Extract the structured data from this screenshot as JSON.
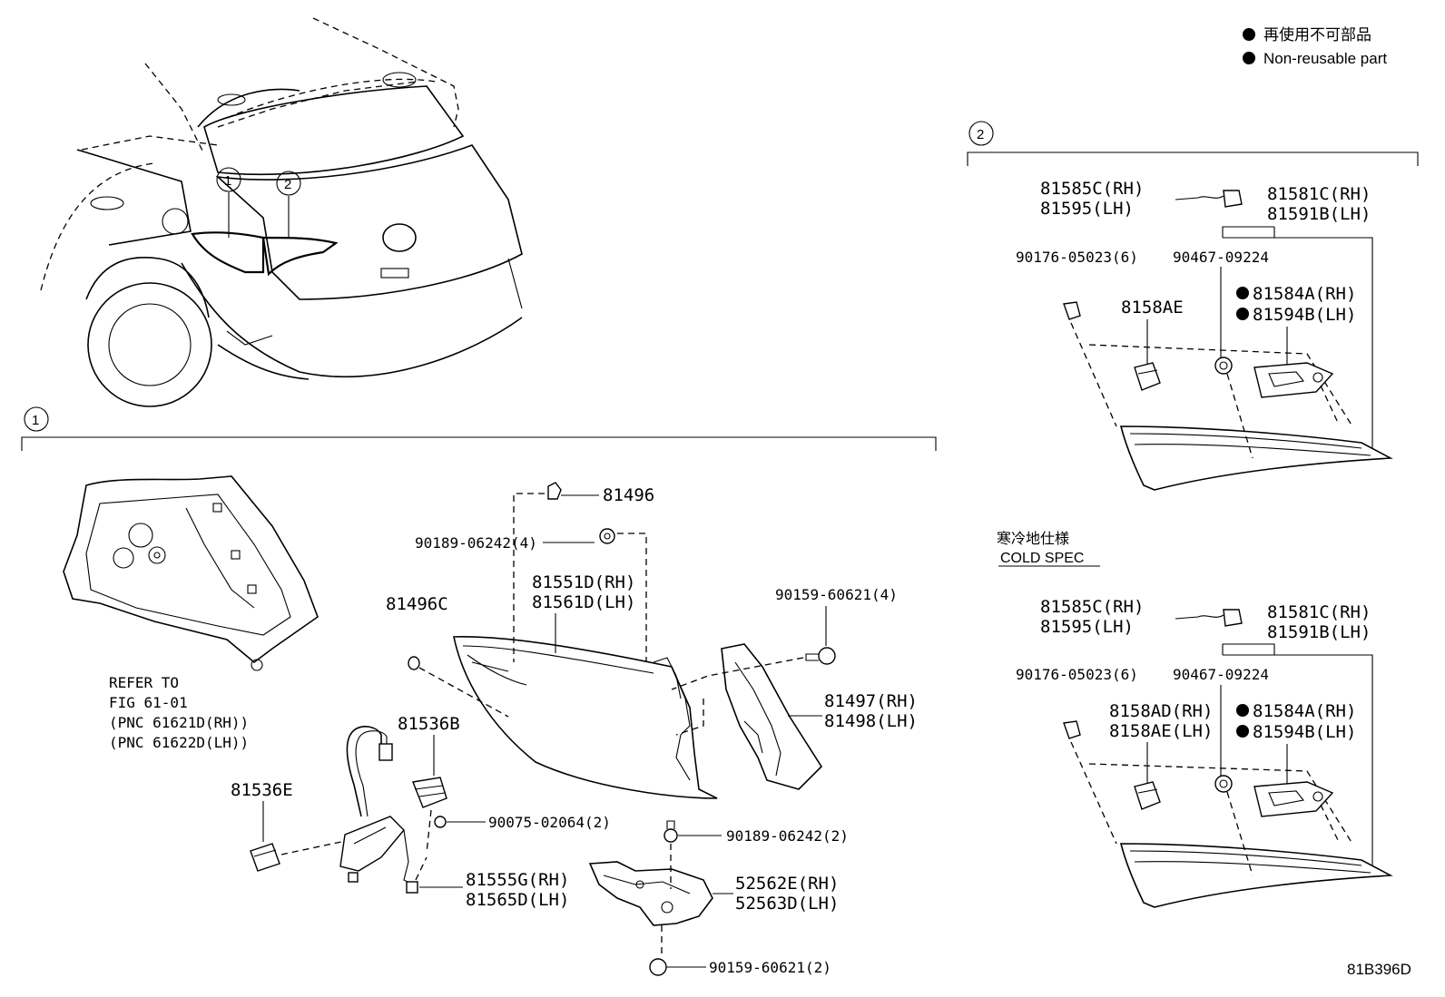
{
  "legend": {
    "line_jp": "再使用不可部品",
    "line_en": "Non-reusable part"
  },
  "callouts": {
    "one": "1",
    "two": "2"
  },
  "figure_code": "81B396D",
  "section1": {
    "refer": [
      "REFER TO",
      "FIG 61-01",
      "(PNC 61621D(RH))",
      "(PNC 61622D(LH))"
    ],
    "labels": {
      "p81496": "81496",
      "p90189_4": "90189-06242(4)",
      "p81496C": "81496C",
      "p81551D": "81551D(RH)",
      "p81561D": "81561D(LH)",
      "p90159_4": "90159-60621(4)",
      "p81497": "81497(RH)",
      "p81498": "81498(LH)",
      "p81536B": "81536B",
      "p81536E": "81536E",
      "p90075": "90075-02064(2)",
      "p90189_2": "90189-06242(2)",
      "p81555G": "81555G(RH)",
      "p81565D": "81565D(LH)",
      "p52562E": "52562E(RH)",
      "p52563D": "52563D(LH)",
      "p90159_2": "90159-60621(2)"
    }
  },
  "section2": {
    "upper": {
      "p81585C": "81585C(RH)",
      "p81595": "81595(LH)",
      "p81581C": "81581C(RH)",
      "p81591B": "81591B(LH)",
      "p90176": "90176-05023(6)",
      "p90467": "90467-09224",
      "p8158AE": "8158AE",
      "p81584A": "81584A(RH)",
      "p81594B": "81594B(LH)"
    },
    "cold_jp": "寒冷地仕様",
    "cold_en": "COLD SPEC",
    "lower": {
      "p81585C": "81585C(RH)",
      "p81595": "81595(LH)",
      "p81581C": "81581C(RH)",
      "p81591B": "81591B(LH)",
      "p90176": "90176-05023(6)",
      "p90467": "90467-09224",
      "p8158AD": "8158AD(RH)",
      "p8158AE": "8158AE(LH)",
      "p81584A": "81584A(RH)",
      "p81594B": "81594B(LH)"
    }
  }
}
